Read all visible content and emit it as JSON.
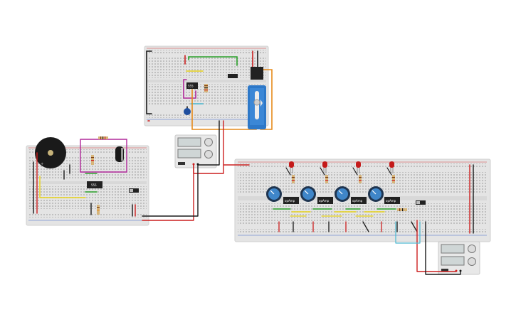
{
  "colors": {
    "breadboard": "#e3e3e3",
    "rail_red": "#d23a3a",
    "rail_blue": "#3a66c8",
    "wire_red": "#cc1f1f",
    "wire_black": "#1a1a1a",
    "wire_orange": "#e68a1a",
    "wire_green": "#2aa02a",
    "wire_yellow": "#e6d21a",
    "wire_magenta": "#b0289a",
    "wire_cyan": "#4ab8d0",
    "servo_blue": "#2d78c8",
    "pot_blue": "#3f86c9",
    "led_red": "#c41a1a"
  },
  "labels": {
    "timer_chip_top": "555",
    "timer_chip_left": "555",
    "opamp_1": "opAmp",
    "opamp_2": "opAmp",
    "opamp_3": "opAmp",
    "opamp_4": "opAmp"
  }
}
